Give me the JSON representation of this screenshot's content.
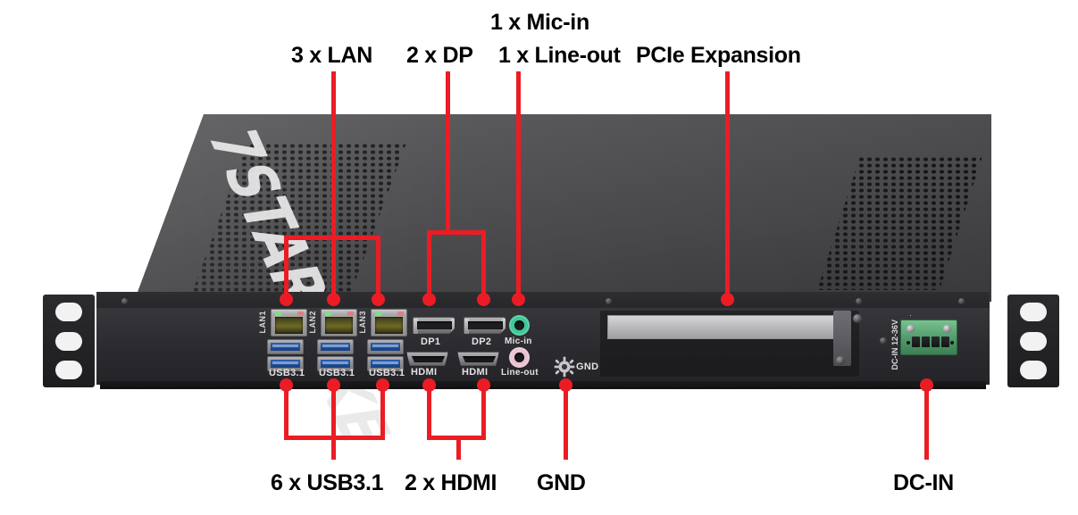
{
  "diagram": {
    "product_brand": "7STARLAKE",
    "form_factor_note": "1U rackmount chassis front I/O"
  },
  "callouts_top": [
    {
      "id": "lan",
      "label": "3 x LAN"
    },
    {
      "id": "dp",
      "label": "2 x DP"
    },
    {
      "id": "mic",
      "label": "1 x Mic-in"
    },
    {
      "id": "line",
      "label": "1 x Line-out"
    },
    {
      "id": "pcie",
      "label": "PCIe Expansion"
    }
  ],
  "callouts_bottom": [
    {
      "id": "usb",
      "label": "6 x USB3.1"
    },
    {
      "id": "hdmi",
      "label": "2 x HDMI"
    },
    {
      "id": "gnd",
      "label": "GND"
    },
    {
      "id": "dcin",
      "label": "DC-IN"
    }
  ],
  "faceplate": {
    "lan_ports": [
      "LAN1",
      "LAN2",
      "LAN3"
    ],
    "usb_groups": [
      "USB3.1",
      "USB3.1",
      "USB3.1"
    ],
    "display_ports": [
      "DP1",
      "DP2"
    ],
    "hdmi_ports": [
      "HDMI",
      "HDMI"
    ],
    "audio_jacks": [
      {
        "label": "Mic-in",
        "color": "#3fc79a"
      },
      {
        "label": "Line-out",
        "color": "#e8c3d2"
      }
    ],
    "ground": {
      "label": "GND"
    },
    "power": {
      "label": "DC-IN 12-36V",
      "terminal_dots": "· · · ·"
    }
  },
  "colors": {
    "leader": "#ec1c24",
    "label_text": "#000000",
    "chassis_face": "#2c2c30",
    "chassis_lid": "#4a4a4d",
    "usb_blue": "#2c5fb5",
    "lan_gold": "#6d6a24",
    "pcie_plate": "#b4b4b7",
    "dc_green": "#4f9a6a",
    "mic_green": "#3fc79a",
    "lineout_pink": "#e8c3d2"
  }
}
